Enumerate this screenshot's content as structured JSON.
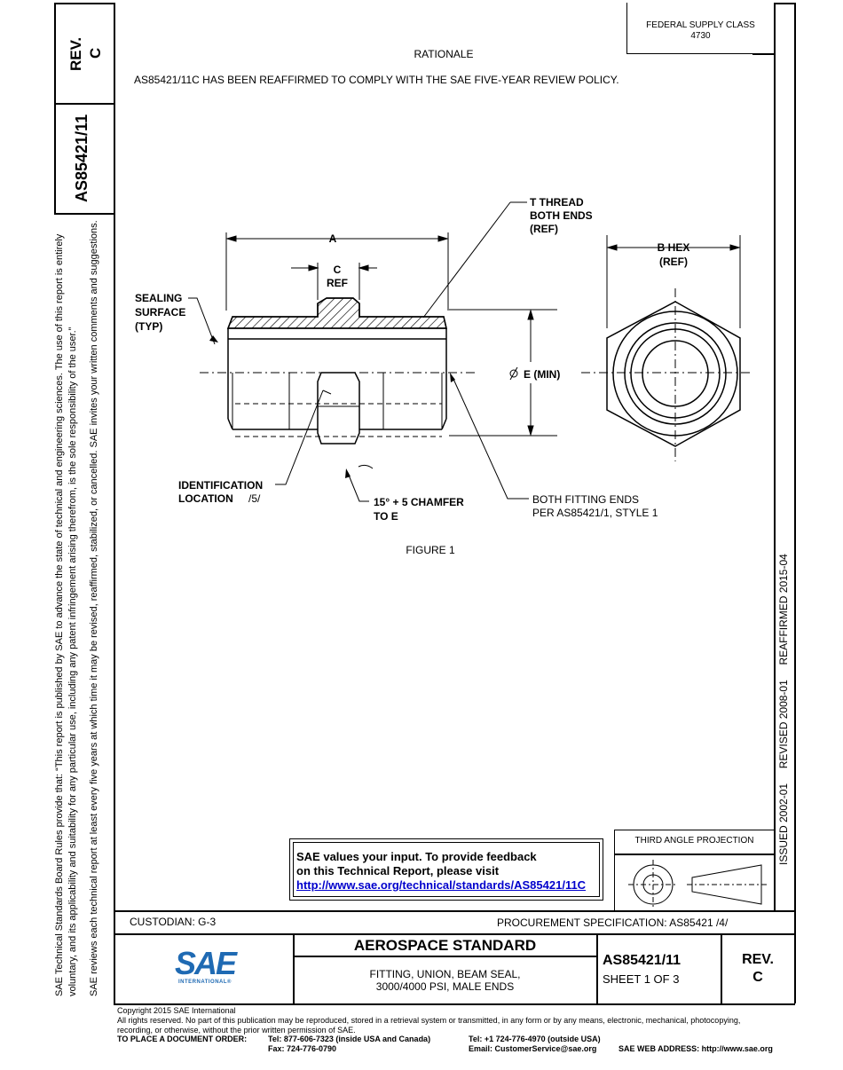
{
  "side_block": {
    "rev_label": "REV.",
    "rev_value": "C",
    "doc_number": "AS85421/11"
  },
  "sidebar_notice": {
    "line1": "SAE Technical Standards Board Rules provide that: “This report is published by SAE to advance the state of technical and engineering sciences. The use of this report is entirely",
    "line2": "voluntary, and its applicability and suitability for any particular use, including any patent infringement arising therefrom, is the sole responsibility of the user.”",
    "line3": "SAE reviews each technical report at least every five years at which time it may be revised, reaffirmed, stabilized, or cancelled. SAE invites your written comments and suggestions."
  },
  "right_strip": {
    "dates": "ISSUED 2002-01     REVISED 2008-01     REAFFIRMED 2015-04"
  },
  "federal_supply": {
    "label": "FEDERAL SUPPLY CLASS",
    "value": "4730"
  },
  "rationale": {
    "heading": "RATIONALE",
    "text": "AS85421/11C HAS BEEN REAFFIRMED TO COMPLY WITH THE SAE FIVE-YEAR REVIEW POLICY."
  },
  "figure": {
    "caption": "FIGURE 1",
    "labels": {
      "t_thread_1": "T THREAD",
      "t_thread_2": "BOTH ENDS",
      "t_thread_3": "(REF)",
      "dim_a": "A",
      "dim_c": "C",
      "dim_c_ref": "REF",
      "b_hex": "B HEX",
      "b_hex_ref": "(REF)",
      "sealing_1": "SEALING",
      "sealing_2": "SURFACE",
      "sealing_3": "(TYP)",
      "e_min": "E (MIN)",
      "ident_1": "IDENTIFICATION",
      "ident_2": "LOCATION",
      "ident_note": "/5/",
      "chamfer_1": "15° + 5 CHAMFER",
      "chamfer_2": "TO E",
      "ends_1": "BOTH FITTING ENDS",
      "ends_2": "PER AS85421/1, STYLE 1"
    }
  },
  "feedback": {
    "line1": "SAE values your input. To provide feedback",
    "line2": "on this Technical Report, please visit",
    "url": "http://www.sae.org/technical/standards/AS85421/11C"
  },
  "projection": {
    "label": "THIRD ANGLE PROJECTION"
  },
  "title_block": {
    "custodian": "CUSTODIAN: G-3",
    "procurement": "PROCUREMENT SPECIFICATION: AS85421 /4/",
    "standard": "AEROSPACE STANDARD",
    "title_1": "FITTING, UNION, BEAM SEAL,",
    "title_2": "3000/4000 PSI, MALE ENDS",
    "doc_number": "AS85421/11",
    "sheet": "SHEET 1 OF 3",
    "rev_label": "REV.",
    "rev_value": "C",
    "logo_text": "SAE",
    "logo_sub": "INTERNATIONAL®"
  },
  "footer": {
    "copyright": "Copyright 2015 SAE International",
    "rights": "All rights reserved. No part of this publication may be reproduced, stored in a retrieval system or transmitted, in any form or by any means, electronic, mechanical, photocopying,",
    "rights2": "recording, or otherwise, without the prior written permission of SAE.",
    "order_label": "TO PLACE A DOCUMENT ORDER:",
    "tel_usa": "Tel: 877-606-7323 (inside USA and Canada)",
    "fax": "Fax: 724-776-0790",
    "tel_outside": "Tel: +1 724-776-4970 (outside USA)",
    "email": "Email: CustomerService@sae.org",
    "web": "SAE WEB ADDRESS: http://www.sae.org"
  }
}
